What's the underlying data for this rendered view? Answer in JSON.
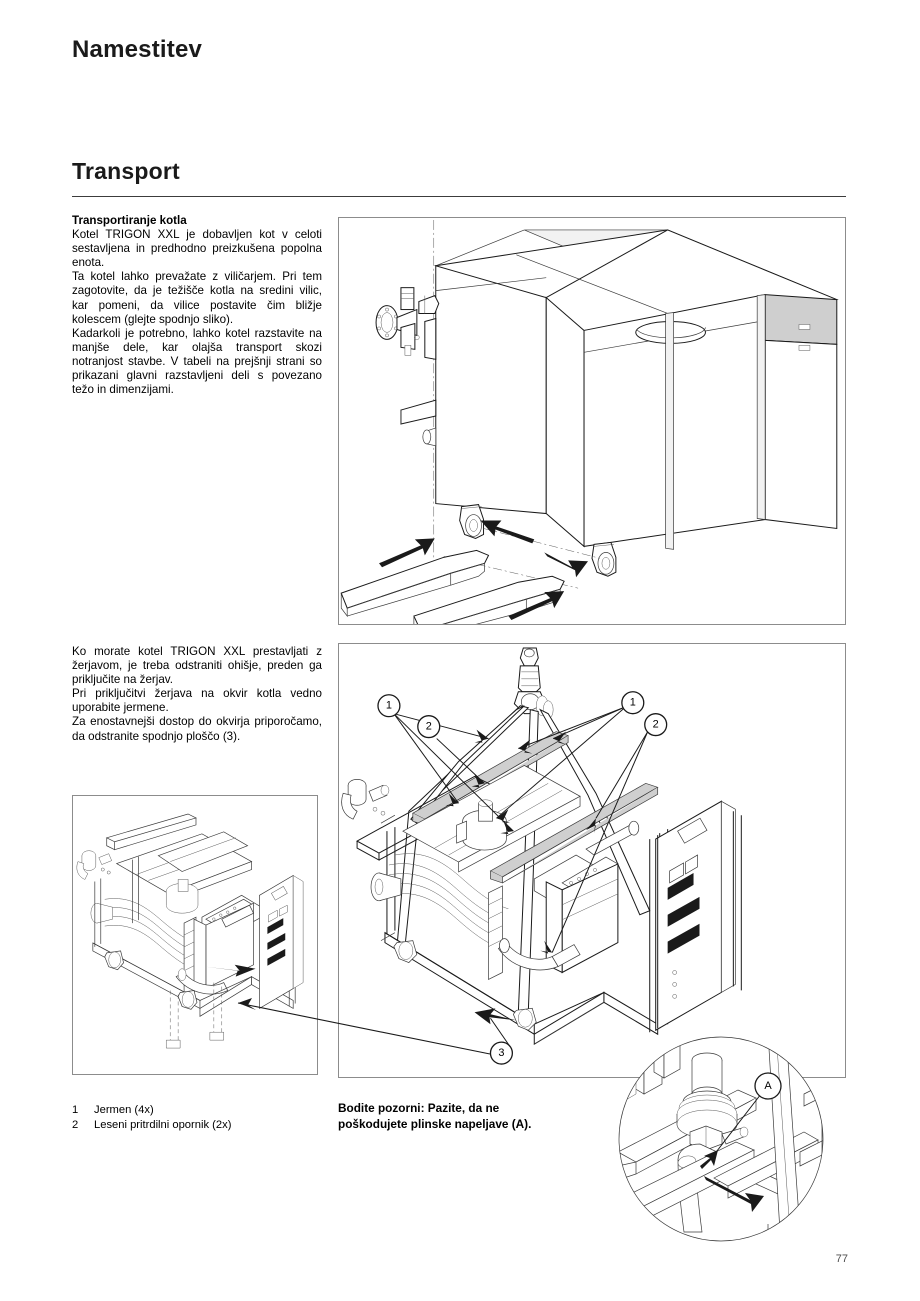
{
  "document": {
    "chapter_title": "Namestitev",
    "section_title": "Transport",
    "page_number": "77"
  },
  "body": {
    "block_1": {
      "lead_label": "Transportiranje kotla",
      "paragraphs": [
        "Kotel TRIGON XXL je dobavljen kot v celoti sestavljena in predhodno preizkušena popolna enota.",
        "Ta kotel lahko prevažate z viličarjem. Pri tem zagotovite, da je težišče kotla na sredini vilic, kar pomeni, da vilice postavite čim bližje kolescem (glejte spodnjo sliko).",
        "Kadarkoli je potrebno, lahko kotel razstavite na manjše dele, kar olajša transport skozi notranjost stavbe. V tabeli na prejšnji strani so prikazani glavni razstavljeni deli s povezano težo in dimenzijami."
      ]
    },
    "block_2": {
      "paragraphs": [
        "Ko morate kotel TRIGON XXL prestavljati z žerjavom, je treba odstraniti ohišje, preden ga priključite na žerjav.",
        "Pri priključitvi žerjava na okvir kotla vedno uporabite jermene.",
        "Za enostavnejši dostop do okvirja priporočamo, da odstranite spodnjo ploščo (3)."
      ]
    }
  },
  "legend": {
    "items": [
      {
        "num": "1",
        "text": "Jermen (4x)"
      },
      {
        "num": "2",
        "text": "Leseni pritrdilni opornik (2x)"
      }
    ]
  },
  "caption": {
    "warning_line_1": "Bodite pozorni: Pazite, da ne",
    "warning_line_2": "poškodujete plinske napeljave (A)."
  },
  "figures": {
    "forklift": {
      "name": "Boiler unit on castors with forklift tines approaching",
      "callouts": []
    },
    "crane": {
      "name": "Boiler frame suspended from crane with lifting straps",
      "callouts": [
        "1",
        "1",
        "2",
        "2",
        "3"
      ]
    },
    "frame": {
      "name": "Boiler frame with casing removed, bottom plate arrow"
    },
    "detail": {
      "name": "Circular detail of gas pipe connection",
      "callouts": [
        "A"
      ]
    }
  },
  "colors": {
    "text": "#000000",
    "heading": "#1a1a1a",
    "rule": "#3c3c3c",
    "frame_border": "#8c8c8c",
    "shade_light": "#f2f2f2",
    "shade_mid": "#e2e2e2",
    "shade_dark": "#cfcfcf",
    "folio": "#4c4c4c"
  }
}
